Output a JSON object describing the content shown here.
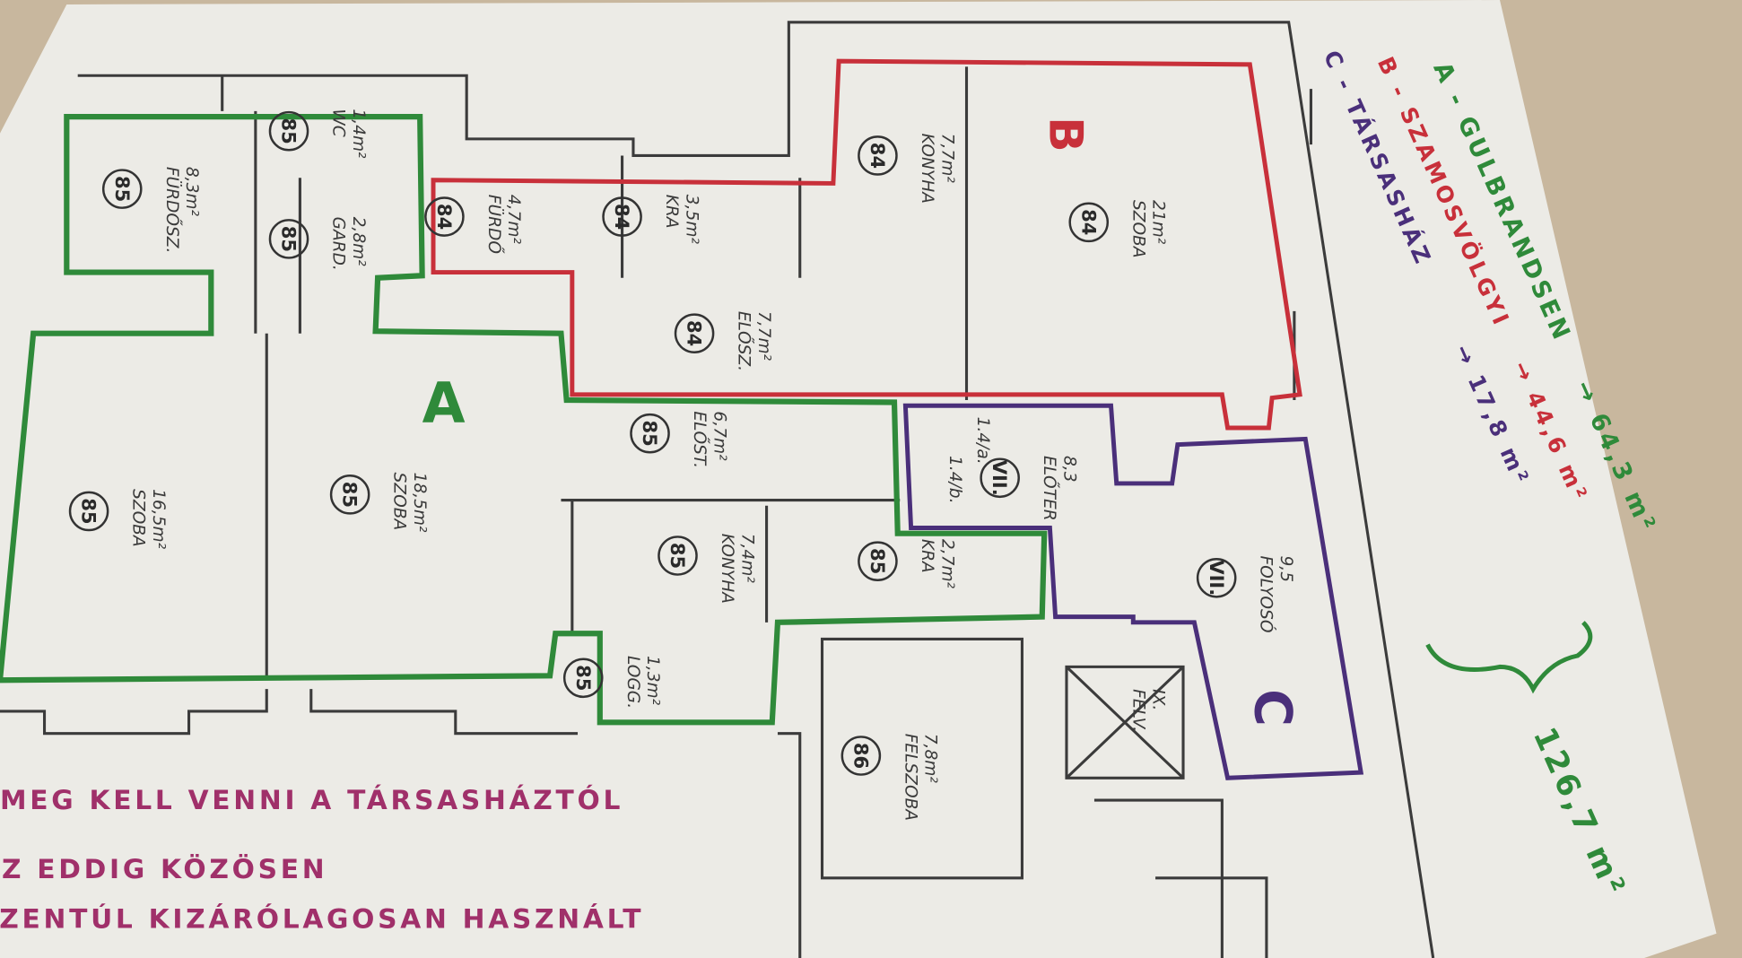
{
  "colors": {
    "a": "#2f8a3a",
    "b": "#c8303a",
    "c": "#4a2f7a",
    "note": "#a0306a",
    "paper": "#ecebe6"
  },
  "zones": {
    "a": "A",
    "b": "B",
    "c": "C"
  },
  "legend": {
    "a": {
      "letter": "A -",
      "name": "GULBRANDSEN",
      "area": "→ 64,3 m²"
    },
    "b": {
      "letter": "B -",
      "name": "SZAMOSVÖLGYI",
      "area": "→ 44,6 m²"
    },
    "c": {
      "letter": "C -",
      "name": "TÁRSASHÁZ",
      "area": "→ 17,8 m²"
    },
    "total": "126,7 m²"
  },
  "rooms": [
    {
      "name": "FÜRDŐSZ.",
      "area": "8,3m²",
      "num": "85"
    },
    {
      "name": "WC",
      "area": "1,4m²",
      "num": "85"
    },
    {
      "name": "GARD.",
      "area": "2,8m²",
      "num": "85"
    },
    {
      "name": "FÜRDŐ",
      "area": "4,7m²",
      "num": "84"
    },
    {
      "name": "KRA",
      "area": "3,5m²",
      "num": "84"
    },
    {
      "name": "KONYHA",
      "area": "7,7m²",
      "num": "84"
    },
    {
      "name": "SZOBA",
      "area": "21m²",
      "num": "84"
    },
    {
      "name": "ELŐSZ.",
      "area": "7,7m²",
      "num": "84"
    },
    {
      "name": "SZOBA",
      "area": "16,5m²",
      "num": "85"
    },
    {
      "name": "SZOBA",
      "area": "18,5m²",
      "num": "85"
    },
    {
      "name": "ELŐST.",
      "area": "6,7m²",
      "num": "85"
    },
    {
      "name": "KONYHA",
      "area": "7,4m²",
      "num": "85"
    },
    {
      "name": "KRA",
      "area": "2,7m²",
      "num": "85"
    },
    {
      "name": "LOGG.",
      "area": "1,3m²",
      "num": "85"
    },
    {
      "name": "ELŐTER",
      "area": "8,3",
      "num": "VII."
    },
    {
      "name": "FOLYOSÓ",
      "area": "9,5",
      "num": "VII."
    },
    {
      "name": "FELSZOBA",
      "area": "7,8m²",
      "num": "86"
    },
    {
      "name": "FELV.",
      "area": "IX.",
      "num": ""
    }
  ],
  "doors": {
    "a": "1.4/a.",
    "b": "1.4/b."
  },
  "note": [
    "MEG KELL VENNI A TÁRSASHÁZTÓL",
    "AZ EDDIG KÖZÖSEN",
    "EZENTÚL KIZÁRÓLAGOSAN HASZNÁLT"
  ]
}
